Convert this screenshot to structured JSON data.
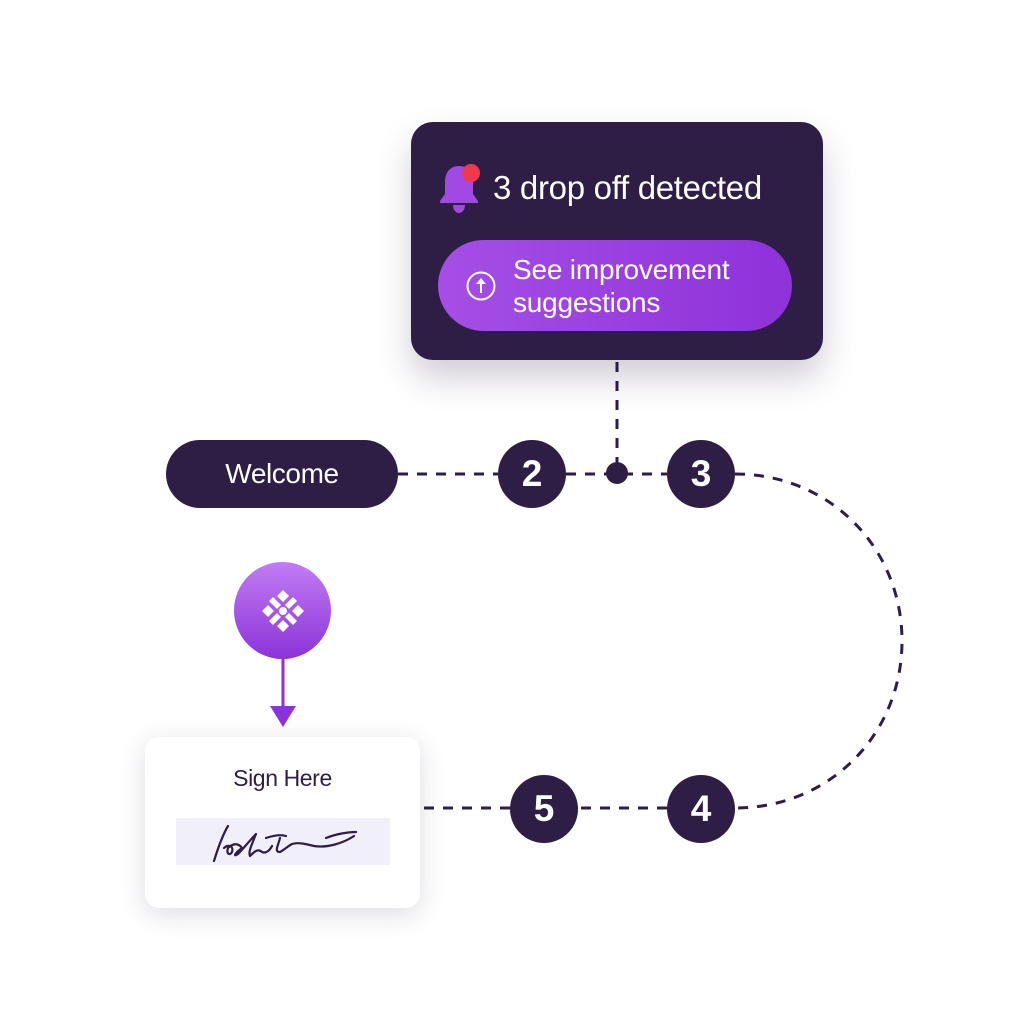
{
  "alert": {
    "title": "3 drop off detected",
    "bell_icon": "bell-icon",
    "notification_color": "#f0394d",
    "action": {
      "label": "See improvement suggestions",
      "icon": "arrow-up-circle-icon"
    }
  },
  "flow": {
    "start_label": "Welcome",
    "steps": [
      "2",
      "3",
      "4",
      "5"
    ],
    "end_card": {
      "title": "Sign Here",
      "signature": "handwritten-signature"
    },
    "logo_icon": "puzzle-logo-icon"
  },
  "colors": {
    "dark": "#2e1d45",
    "accent": "#9b3fe0",
    "accent_light": "#c27cf4",
    "signature_bg": "#f1effa"
  }
}
